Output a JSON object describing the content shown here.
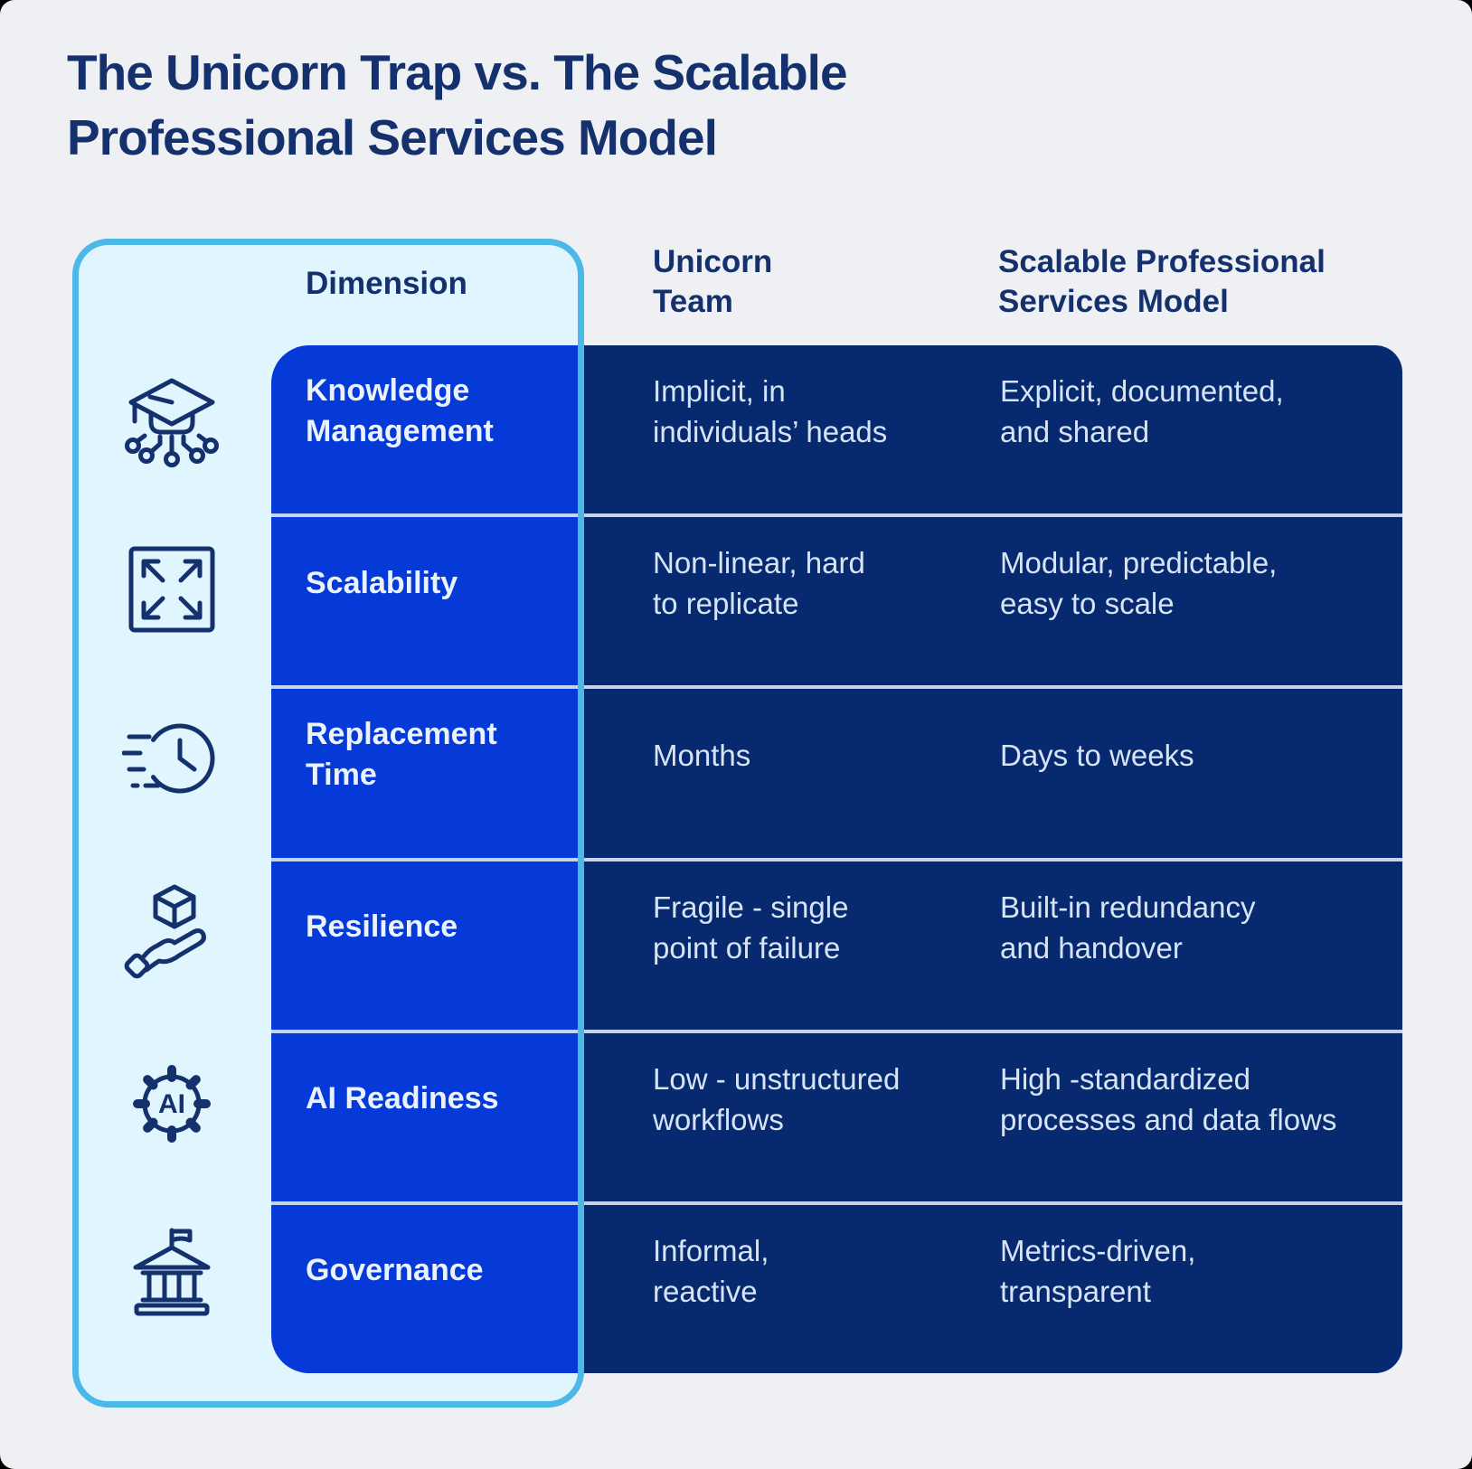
{
  "page": {
    "background": "#eef0f4",
    "corner_background": "#000000"
  },
  "title": "The Unicorn Trap vs. The Scalable\nProfessional Services Model",
  "colors": {
    "title_text": "#14316e",
    "bright_blue": "#0539d8",
    "navy_panel": "#07296f",
    "container_fill": "#e0f5fd",
    "container_border": "#4bb8e7",
    "row_divider": "#c7d3e9",
    "dimension_text": "#e9f2fd",
    "cell_text": "#d6e4f5"
  },
  "table": {
    "headers": {
      "dimension": "Dimension",
      "unicorn": "Unicorn\nTeam",
      "scalable": "Scalable Professional\nServices Model"
    },
    "rows": [
      {
        "icon": "graduation-cap-circuit-icon",
        "dimension": "Knowledge\nManagement",
        "unicorn": "Implicit, in\nindividuals’ heads",
        "scalable": "Explicit, documented,\nand shared"
      },
      {
        "icon": "expand-arrows-icon",
        "dimension": "Scalability",
        "unicorn": "Non-linear, hard\nto replicate",
        "scalable": "Modular, predictable,\neasy to scale"
      },
      {
        "icon": "fast-clock-icon",
        "dimension": "Replacement\nTime",
        "unicorn": "Months",
        "scalable": "Days to weeks"
      },
      {
        "icon": "hand-cube-icon",
        "dimension": "Resilience",
        "unicorn": "Fragile - single\npoint of failure",
        "scalable": "Built-in redundancy\nand handover"
      },
      {
        "icon": "ai-gear-icon",
        "dimension": "AI Readiness",
        "unicorn": "Low - unstructured\nworkflows",
        "scalable": "High -standardized\nprocesses and data flows"
      },
      {
        "icon": "bank-flag-icon",
        "dimension": "Governance",
        "unicorn": "Informal,\nreactive",
        "scalable": "Metrics-driven,\ntransparent"
      }
    ]
  }
}
